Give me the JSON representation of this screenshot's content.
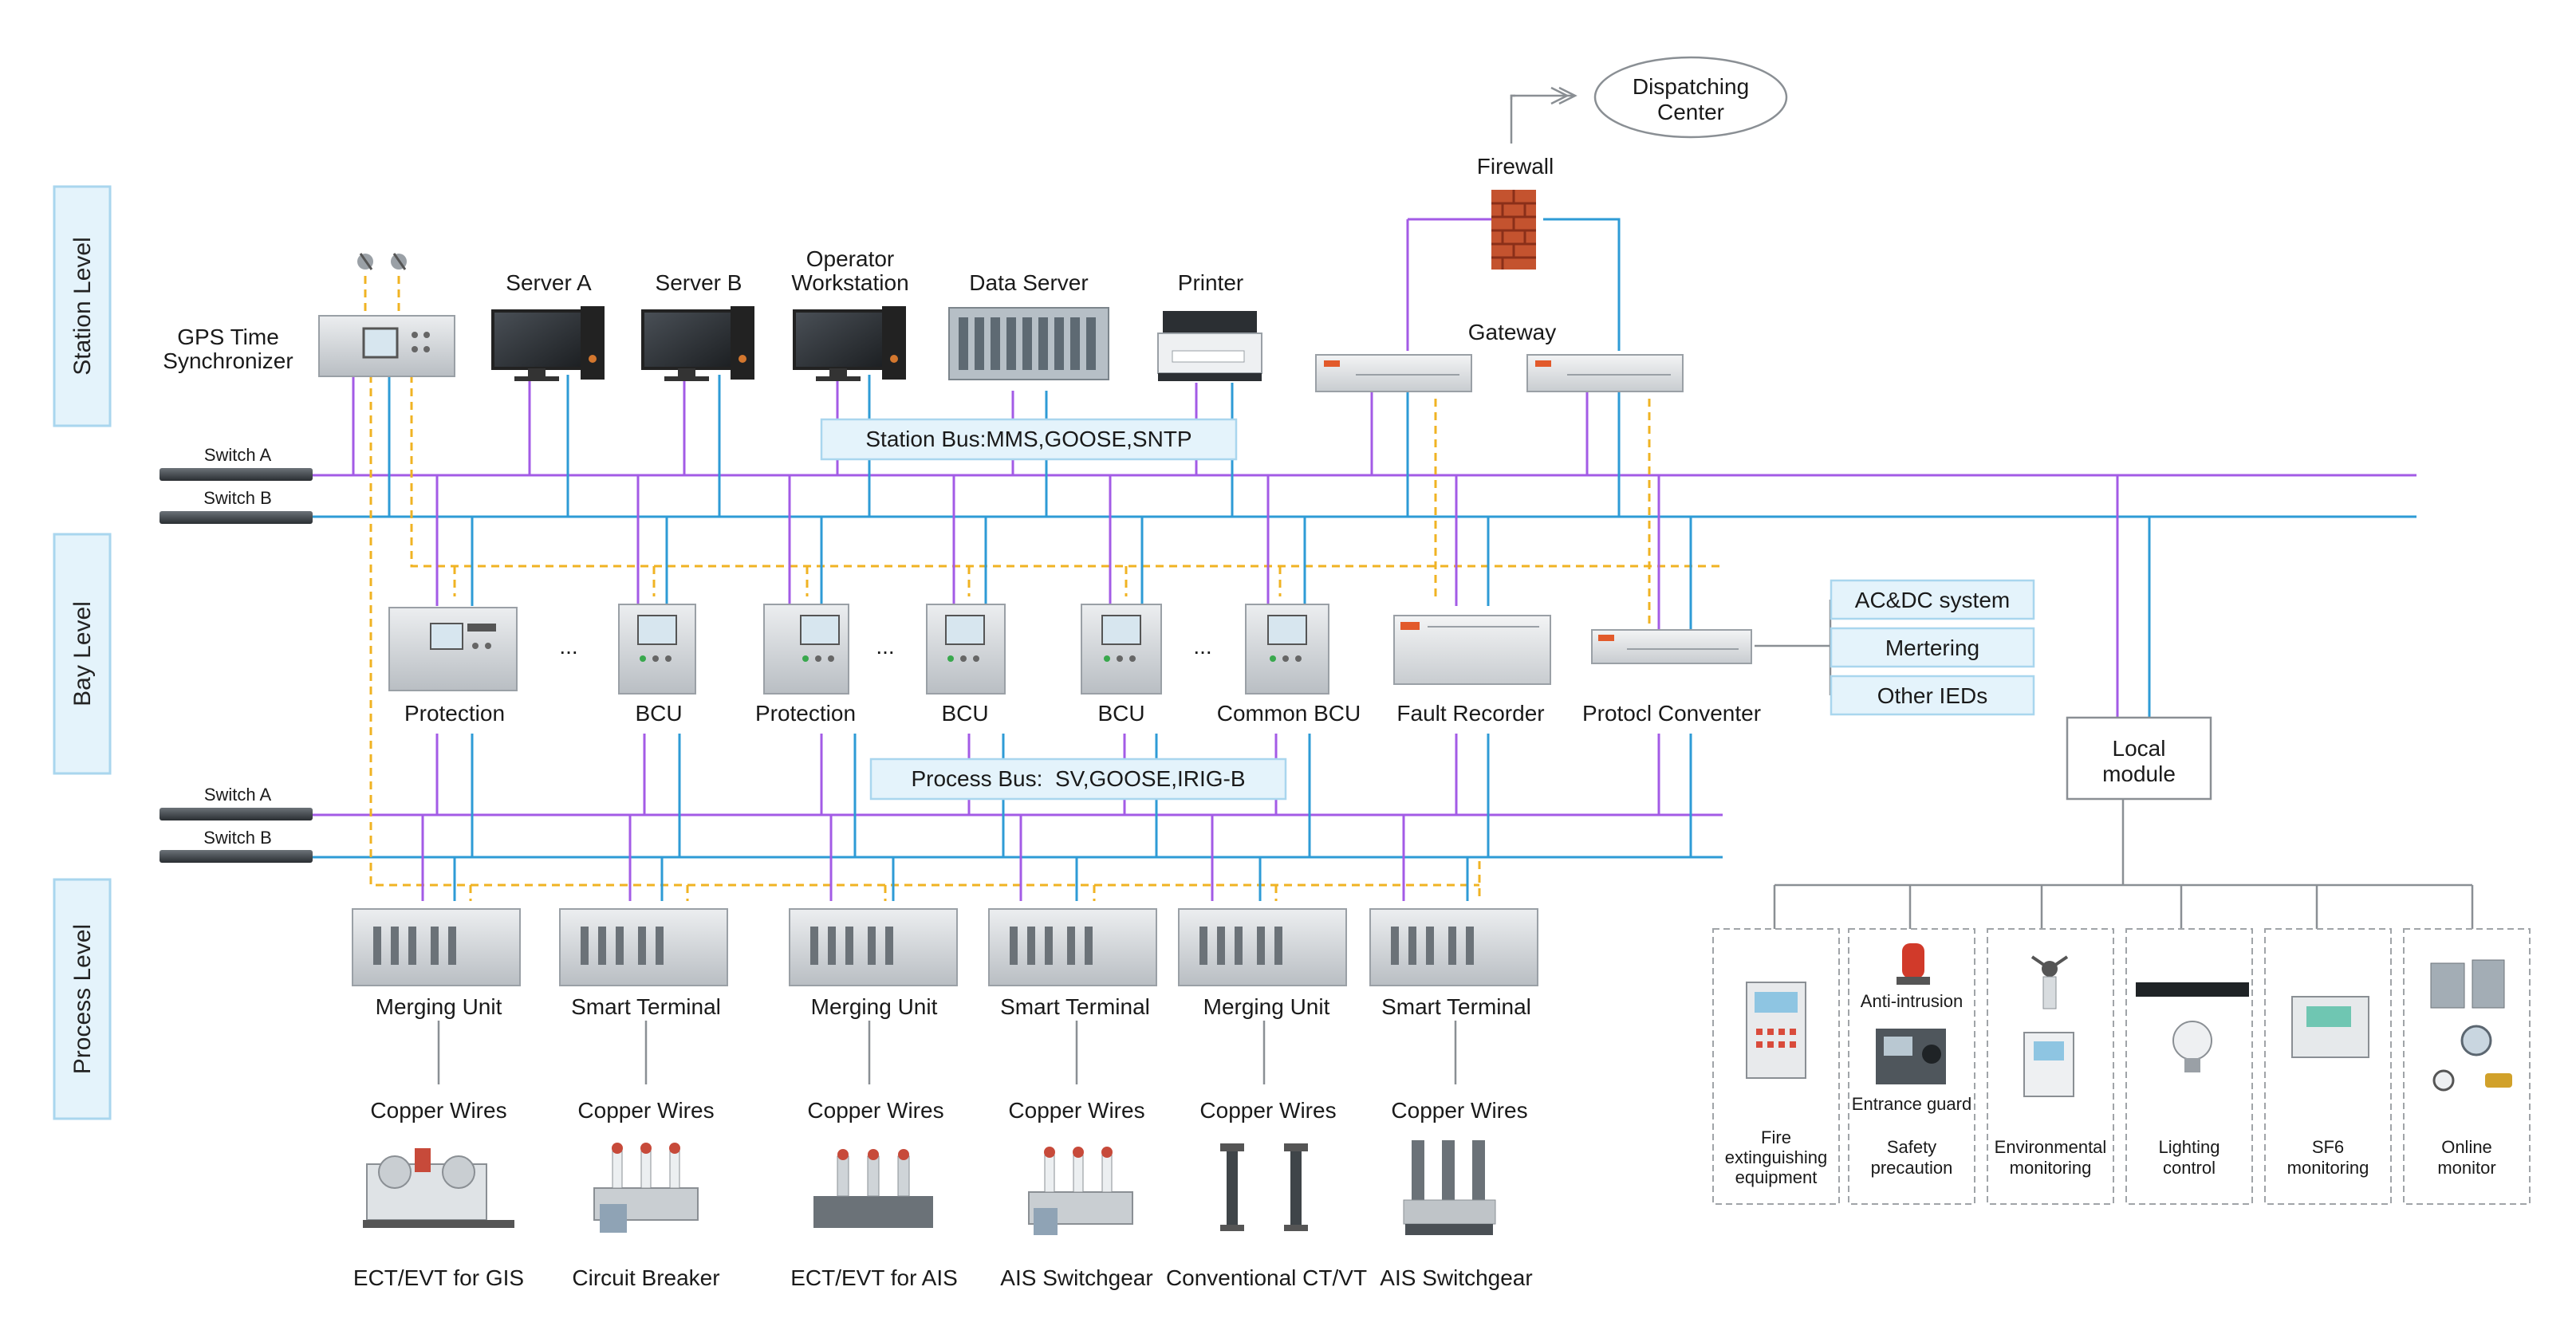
{
  "levels": {
    "station": "Station Level",
    "bay": "Bay Level",
    "process": "Process Level"
  },
  "dispatching": {
    "line1": "Dispatching",
    "line2": "Center"
  },
  "firewall": "Firewall",
  "gateway": "Gateway",
  "station_devices": {
    "gps_line1": "GPS Time",
    "gps_line2": "Synchronizer",
    "server_a": "Server A",
    "server_b": "Server B",
    "operator_line1": "Operator",
    "operator_line2": "Workstation",
    "data_server": "Data Server",
    "printer": "Printer"
  },
  "switches": {
    "a": "Switch A",
    "b": "Switch B"
  },
  "buses": {
    "station": "Station Bus:MMS,GOOSE,SNTP",
    "process": "Process Bus:  SV,GOOSE,IRIG-B"
  },
  "ellipsis": "...",
  "bay_devices": [
    "Protection",
    "BCU",
    "Protection",
    "BCU",
    "BCU",
    "Common BCU",
    "Fault Recorder",
    "Protocl Conventer"
  ],
  "side_boxes": [
    "AC&DC system",
    "Mertering",
    "Other IEDs"
  ],
  "local_module": {
    "line1": "Local",
    "line2": "module"
  },
  "process_units": [
    "Merging Unit",
    "Smart Terminal",
    "Merging Unit",
    "Smart Terminal",
    "Merging Unit",
    "Smart Terminal"
  ],
  "copper_wires": "Copper Wires",
  "primary_equipment": [
    "ECT/EVT for GIS",
    "Circuit Breaker",
    "ECT/EVT for AIS",
    "AIS Switchgear",
    "Conventional CT/VT",
    "AIS Switchgear"
  ],
  "monitoring": {
    "fire_line1": "Fire",
    "fire_line2": "extinguishing",
    "fire_line3": "equipment",
    "anti_intrusion": "Anti-intrusion",
    "entrance_guard": "Entrance guard",
    "safety_line1": "Safety",
    "safety_line2": "precaution",
    "env_line1": "Environmental",
    "env_line2": "monitoring",
    "light_line1": "Lighting",
    "light_line2": "control",
    "sf6_line1": "SF6",
    "sf6_line2": "monitoring",
    "online_line1": "Online",
    "online_line2": "monitor"
  },
  "colors": {
    "purple_line": "#a35be6",
    "blue_line": "#2e9bd6",
    "sync_line": "#f0b323",
    "level_fill": "#e4f3fb",
    "level_border": "#a9d6ee"
  }
}
